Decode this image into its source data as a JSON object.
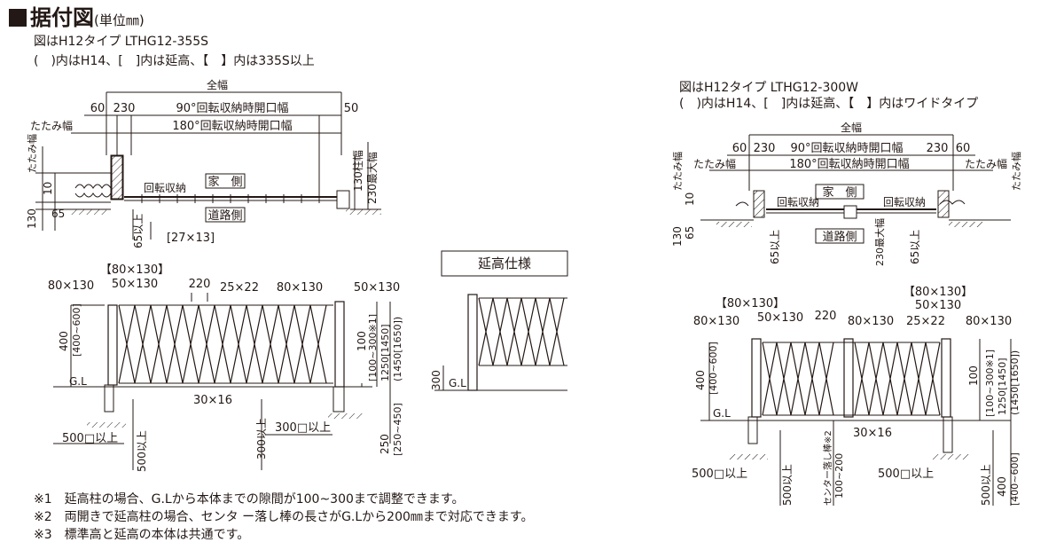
{
  "header": {
    "title": "据付図",
    "unit": "(単位㎜)"
  },
  "left": {
    "caption1": "図はH12タイプ LTHG12-355S",
    "caption2": "(　)内はH14、[　]内は延高、【　】内は335S以上",
    "plan": {
      "overall": "全幅",
      "d60": "60",
      "d230": "230",
      "open90": "90°回転収納時開口幅",
      "d50": "50",
      "open180": "180°回転収納時開口幅",
      "folding": "たたみ幅",
      "folding_v": "たたみ幅",
      "d10": "10",
      "d130": "130",
      "d65": "65",
      "rotate": "回転収納",
      "house": "家　側",
      "road": "道路側",
      "pillar130": "130柱幅",
      "max230": "230最大幅",
      "min65": "65以上",
      "rail": "[27×13]"
    },
    "elev": {
      "p1": "80×130",
      "p1b": "【80×130】",
      "p1c": "50×130",
      "d220": "220",
      "d2522": "25×22",
      "p2": "80×130",
      "p3": "50×130",
      "d400": "400",
      "d400r": "[400~600]",
      "gl": "G.L",
      "d100": "100",
      "d100r": "[100~300※1]",
      "d1250": "1250[1450]",
      "d1450": "(1450[1650])",
      "d3016": "30×16",
      "base500": "500□以上",
      "base500v": "500以上",
      "base300": "300□以上",
      "base300v": "300以上",
      "d250": "250",
      "d250r": "[250~450]"
    },
    "extension": {
      "label": "延高仕様",
      "d300": "300",
      "gl": "G.L"
    }
  },
  "right": {
    "caption1": "図はH12タイプ LTHG12-300W",
    "caption2": "(　)内はH14、[　]内は延高、【　】内はワイドタイプ",
    "plan": {
      "overall": "全幅",
      "d60": "60",
      "d230": "230",
      "open90": "90°回転収納時開口幅",
      "d230b": "230",
      "d60b": "60",
      "open180": "180°回転収納時開口幅",
      "folding": "たたみ幅",
      "folding_v": "たたみ幅",
      "foldingR": "たたみ幅",
      "folding_vR": "たたみ幅",
      "d10": "10",
      "d130": "130",
      "d65": "65",
      "house": "家　側",
      "road": "道路側",
      "rotL": "回転収納",
      "rotR": "回転収納",
      "min65": "65以上",
      "min65b": "65以上",
      "max230": "230最大幅"
    },
    "elev": {
      "p1b": "【80×130】",
      "p1": "80×130",
      "p1c": "50×130",
      "d220": "220",
      "p2": "80×130",
      "d2522": "25×22",
      "p3b": "【80×130】",
      "p3c": "50×130",
      "p3": "80×130",
      "d400": "400",
      "d400r": "[400~600]",
      "gl": "G.L",
      "d100": "100",
      "d100r": "[100~300※1]",
      "d1250": "1250[1450]",
      "d1450": "(1450[1650])",
      "d3016": "30×16",
      "drop": "センター落し棒※2",
      "drop2": "100~200",
      "base500": "500□以上",
      "base500b": "500□以上",
      "base500v": "500以上",
      "base500vb": "500以上",
      "d400b": "400",
      "d400br": "[400~600]"
    }
  },
  "notes": [
    "※1　延高柱の場合、G.Lから本体までの隙間が100~300まで調整できます。",
    "※2　両開きで延高柱の場合、センタ ー落し棒の長さがG.Lから200㎜まで対応できます。",
    "※3　標準高と延高の本体は共通です。"
  ]
}
